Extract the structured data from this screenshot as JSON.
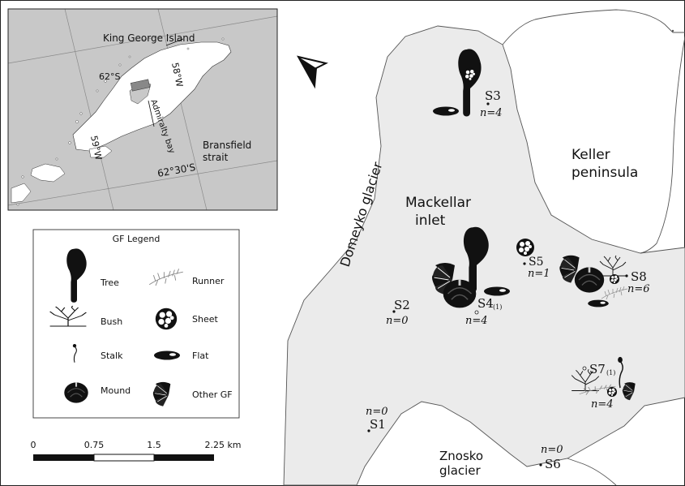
{
  "inset": {
    "labels": {
      "island": "King George Island",
      "lat1": "62°S",
      "lon1": "58°W",
      "lon2": "59°W",
      "lat2": "62°30'S",
      "bay": "Admiralty bay",
      "strait1": "Bransfield",
      "strait2": "strait"
    }
  },
  "map_labels": {
    "domeyko": "Domeyko glacier",
    "mackellar1": "Mackellar",
    "mackellar2": "inlet",
    "keller1": "Keller",
    "keller2": "peninsula",
    "znosko1": "Znosko",
    "znosko2": "glacier"
  },
  "stations": [
    {
      "id": "S1",
      "n": "n=0"
    },
    {
      "id": "S2",
      "n": "n=0"
    },
    {
      "id": "S3",
      "n": "n=4"
    },
    {
      "id": "S4",
      "sup": "(1)",
      "n": "n=4"
    },
    {
      "id": "S5",
      "n": "n=1"
    },
    {
      "id": "S6",
      "n": "n=0"
    },
    {
      "id": "S7",
      "sup": "(1)",
      "n": "n=4"
    },
    {
      "id": "S8",
      "n": "n=6"
    }
  ],
  "legend": {
    "title": "GF Legend",
    "items": {
      "tree": "Tree",
      "runner": "Runner",
      "bush": "Bush",
      "sheet": "Sheet",
      "stalk": "Stalk",
      "flat": "Flat",
      "mound": "Mound",
      "other": "Other GF"
    }
  },
  "scalebar": {
    "ticks": [
      "0",
      "0.75",
      "1.5",
      "2.25 km"
    ]
  },
  "colors": {
    "water": "#ebebeb",
    "land": "#ffffff",
    "inset_sea": "#c8c8c8",
    "ink": "#111111"
  },
  "icons": [
    "north-arrow-icon",
    "tree-icon",
    "runner-icon",
    "bush-icon",
    "sheet-icon",
    "stalk-icon",
    "flat-icon",
    "mound-icon",
    "other-gf-icon"
  ]
}
